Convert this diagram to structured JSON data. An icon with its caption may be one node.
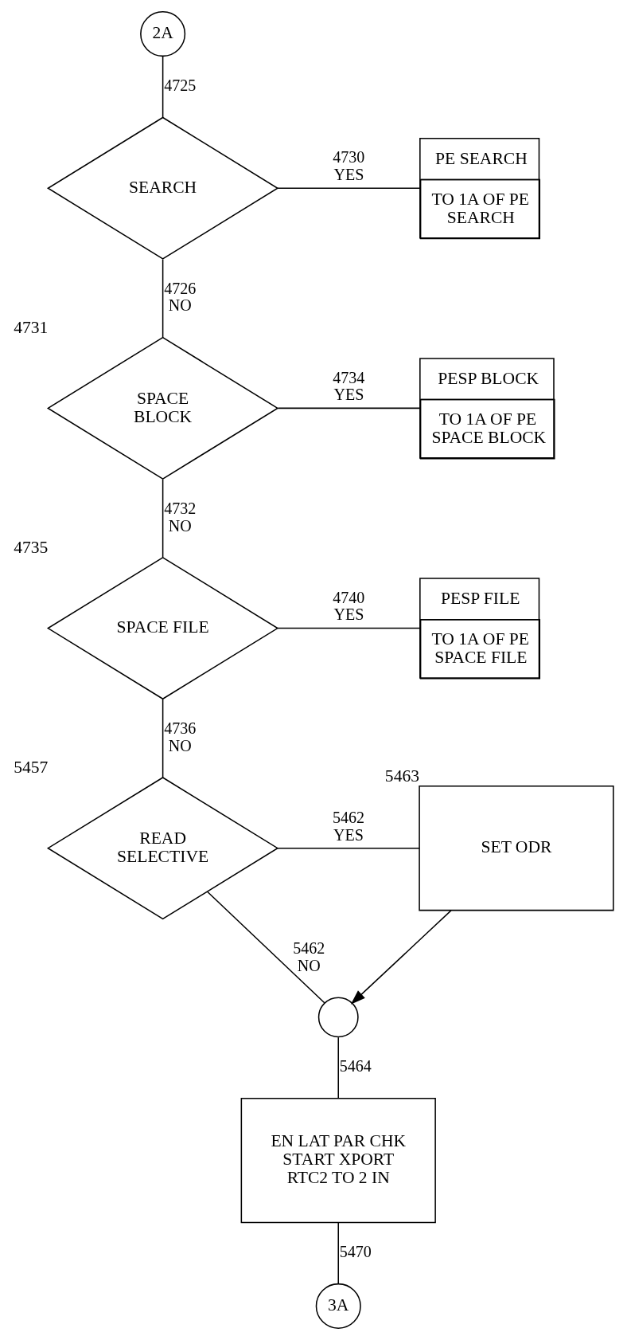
{
  "diagram": {
    "nodes": [
      {
        "text": [
          "2A"
        ]
      },
      {
        "text": [
          "SEARCH"
        ]
      },
      {
        "text": [
          "PE SEARCH",
          "TO 1A OF PE SEARCH"
        ]
      },
      {
        "text": [
          "SPACE BLOCK"
        ],
        "beside": [
          "4731"
        ]
      },
      {
        "text": [
          "PESP BLOCK",
          "TO 1A OF PE SPACE BLOCK"
        ]
      },
      {
        "text": [
          "SPACE FILE"
        ],
        "beside": [
          "4735"
        ]
      },
      {
        "text": [
          "PESP FILE",
          "TO 1A OF PE SPACE FILE"
        ]
      },
      {
        "text": [
          "READ SELECTIVE"
        ],
        "beside": [
          "5457"
        ]
      },
      {
        "text": [
          "SET ODR"
        ],
        "beside": [
          "5463"
        ]
      },
      {
        "text": [],
        "shape": "circle"
      },
      {
        "text": [
          "EN LAT PAR CHK START XPORT RTC2 TO 2 IN"
        ]
      },
      {
        "text": [
          "3A"
        ]
      }
    ],
    "edges": [
      {
        "from": 0,
        "to": 1,
        "arrow": "none",
        "label": "4725"
      },
      {
        "from": 1,
        "to": 2,
        "arrow": "none",
        "label": "4730 YES"
      },
      {
        "from": 1,
        "to": 3,
        "arrow": "none",
        "label": "4726 NO"
      },
      {
        "from": 3,
        "to": 4,
        "arrow": "none",
        "label": "4734 YES"
      },
      {
        "from": 3,
        "to": 5,
        "arrow": "none",
        "label": "4732 NO"
      },
      {
        "from": 5,
        "to": 6,
        "arrow": "none",
        "label": "4740 YES"
      },
      {
        "from": 5,
        "to": 7,
        "arrow": "none",
        "label": "4736 NO"
      },
      {
        "from": 7,
        "to": 8,
        "arrow": "none",
        "label": "5462 YES"
      },
      {
        "from": 7,
        "to": 9,
        "arrow": "none",
        "label": "5462 NO"
      },
      {
        "from": 8,
        "to": 9,
        "arrow": "to"
      },
      {
        "from": 9,
        "to": 10,
        "arrow": "none",
        "label": "5464"
      },
      {
        "from": 10,
        "to": 11,
        "arrow": "none",
        "label": "5470"
      }
    ]
  }
}
